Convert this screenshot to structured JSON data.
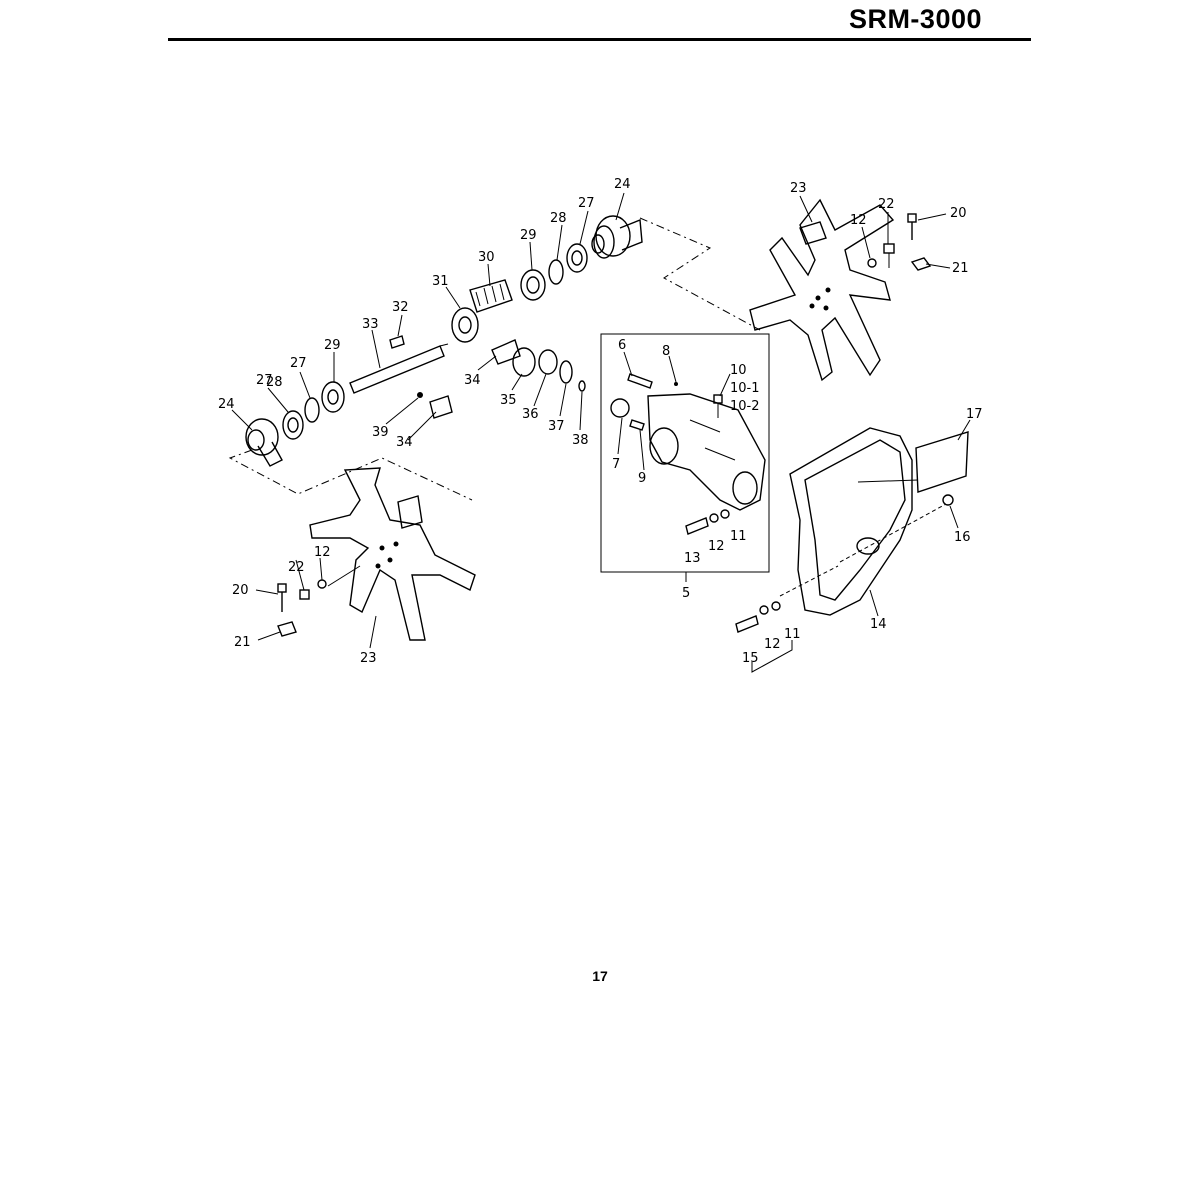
{
  "header": {
    "model": "SRM-3000"
  },
  "footer": {
    "page_number": "17"
  },
  "diagram": {
    "callouts": [
      "24",
      "27",
      "28",
      "29",
      "30",
      "31",
      "32",
      "33",
      "29",
      "28",
      "27",
      "24",
      "34",
      "35",
      "36",
      "37",
      "38",
      "39",
      "34",
      "23",
      "22",
      "20",
      "12",
      "21",
      "6",
      "8",
      "10",
      "10-1",
      "10-2",
      "7",
      "9",
      "13",
      "12",
      "11",
      "5",
      "17",
      "16",
      "14",
      "15",
      "12",
      "11",
      "22",
      "12",
      "20",
      "21",
      "23"
    ]
  }
}
